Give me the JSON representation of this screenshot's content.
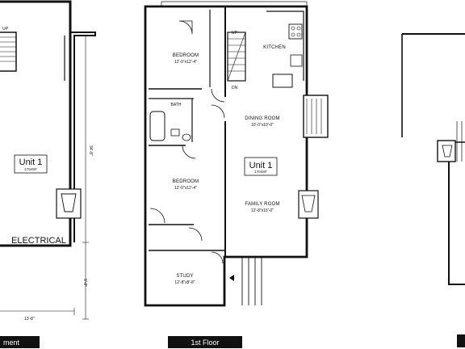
{
  "floors": {
    "basement": {
      "caption": "ment",
      "unit_label": "Unit 1",
      "unit_area": "1704SF",
      "electrical_label": "ELECTRICAL",
      "stair_label": "UP",
      "dimension_side": "34'-8\"",
      "dimension_bottom": "13'-8\"",
      "dimension_small": "8'-8\""
    },
    "first_floor": {
      "caption": "1st Floor",
      "unit_label": "Unit 1",
      "unit_area": "1704SF",
      "stair_up": "UP",
      "stair_dn": "DN",
      "rooms": {
        "bedroom_top": {
          "name": "BEDROOM",
          "size": "12'-0\"x12'-4\""
        },
        "kitchen": {
          "name": "KITCHEN"
        },
        "bath": {
          "name": "BATH"
        },
        "dining": {
          "name": "DINING ROOM",
          "size": "10'-0\"x10'-0\""
        },
        "bedroom_bottom": {
          "name": "BEDROOM",
          "size": "12'-0\"x12'-4\""
        },
        "family": {
          "name": "FAMILY ROOM",
          "size": "12'-8\"x16'-0\""
        },
        "study": {
          "name": "STUDY",
          "size": "12'-8\"x8'-8\""
        }
      }
    }
  }
}
